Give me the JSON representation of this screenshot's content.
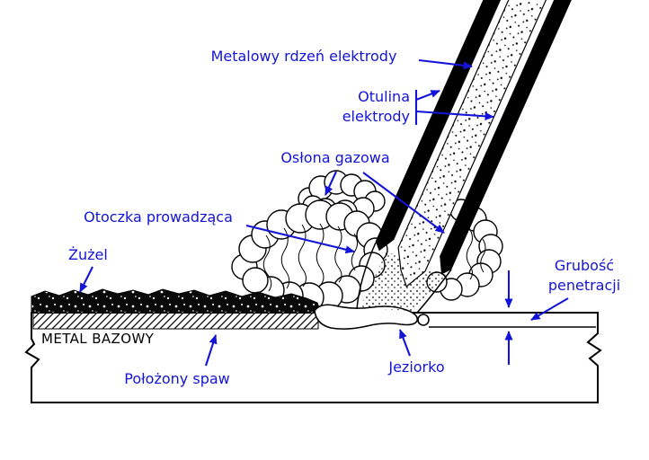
{
  "figure": {
    "colors": {
      "label_blue": "#1414d8",
      "ink": "#000000",
      "background": "#ffffff"
    },
    "labels": {
      "electrode_core": "Metalowy rdzeń elektrody",
      "electrode_coating": [
        "Otulina",
        "elektrody"
      ],
      "gas_shield": "Osłona gazowa",
      "guiding_sheath": "Otoczka prowadząca",
      "slag": "Żużel",
      "base_metal": "METAL BAZOWY",
      "laid_weld": "Położony spaw",
      "weld_pool": "Jeziorko",
      "penetration_depth": [
        "Grubość",
        "penetracji"
      ]
    }
  }
}
